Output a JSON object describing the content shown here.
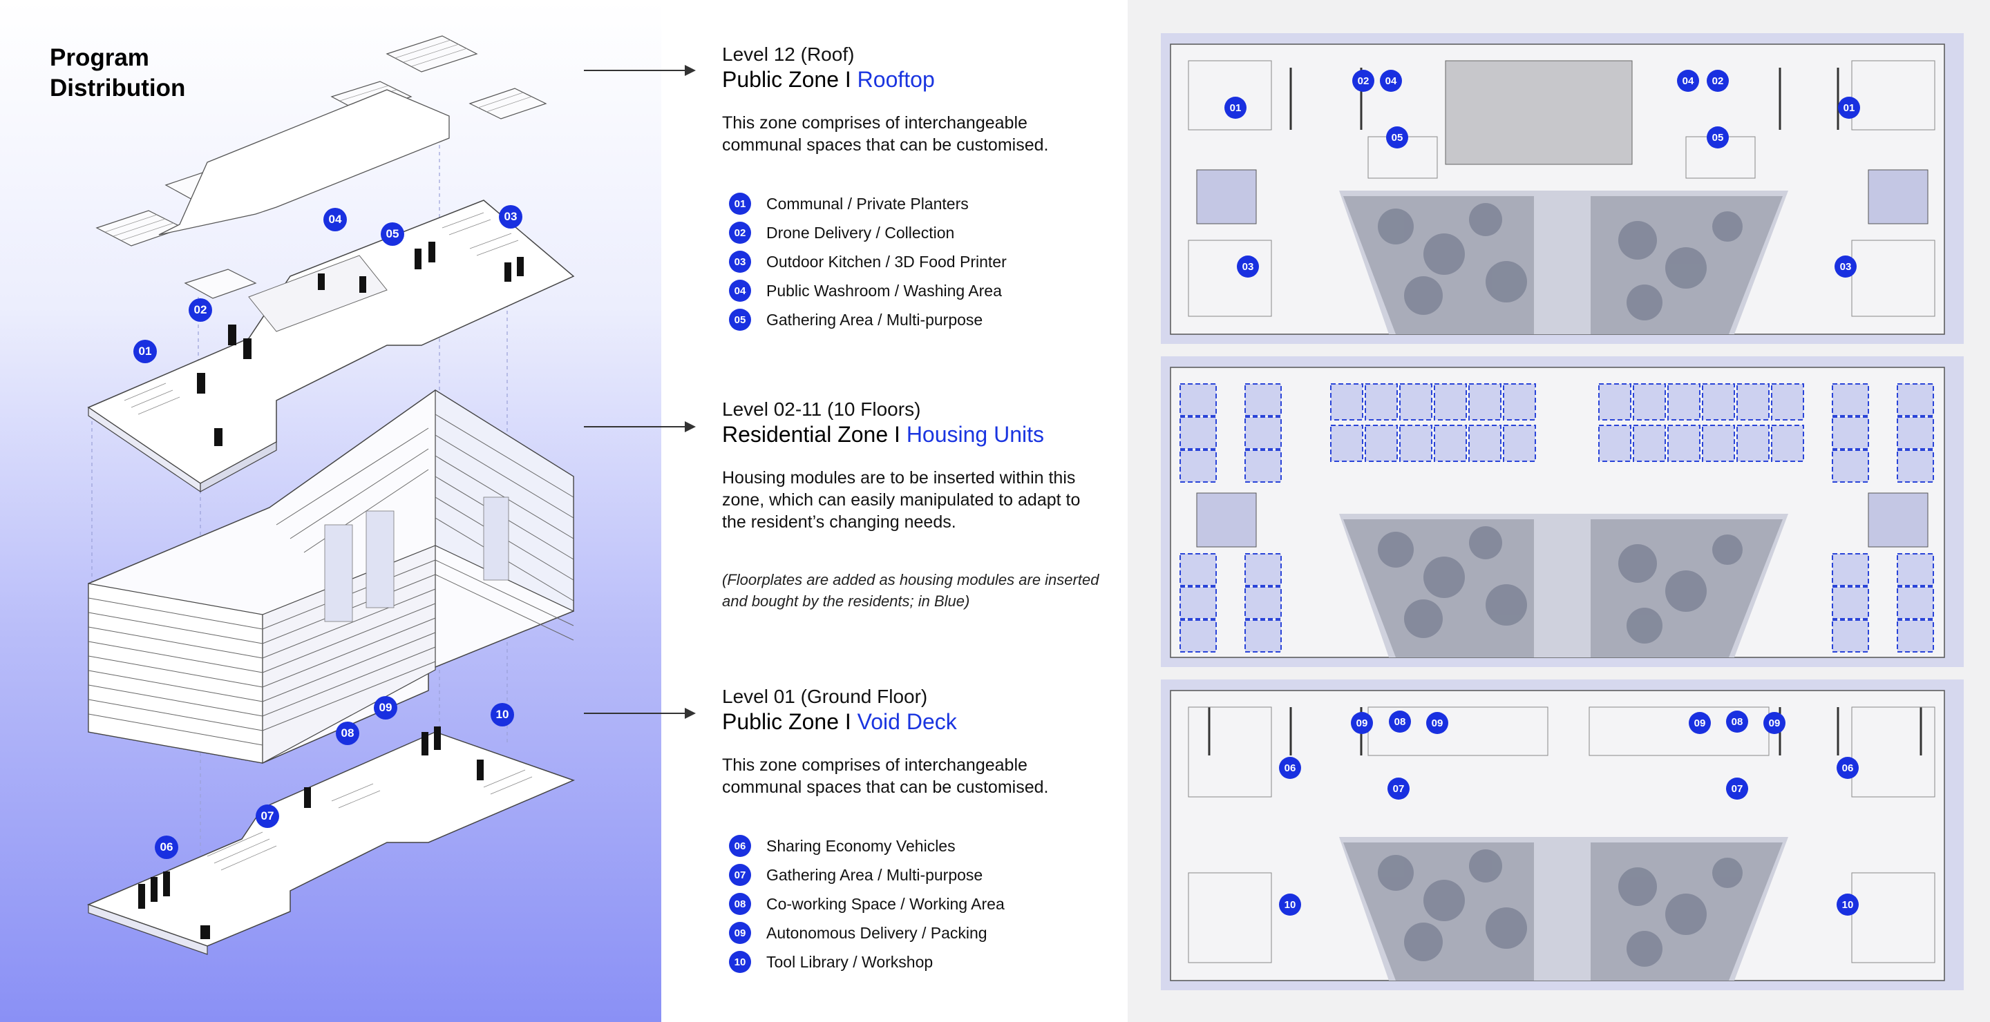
{
  "page_title": "Program\nDistribution",
  "axo_badges": {
    "b01": "01",
    "b02": "02",
    "b03": "03",
    "b04": "04",
    "b05": "05",
    "b06": "06",
    "b07": "07",
    "b08": "08",
    "b09": "09",
    "b10": "10"
  },
  "zones": [
    {
      "level": "Level 12 (Roof)",
      "zone_name": "Public Zone",
      "separator": "I",
      "zone_sub": "Rooftop",
      "description": "This zone comprises of interchangeable communal spaces that can be customised.",
      "legend": [
        {
          "num": "01",
          "label": "Communal / Private Planters"
        },
        {
          "num": "02",
          "label": "Drone Delivery / Collection"
        },
        {
          "num": "03",
          "label": "Outdoor Kitchen / 3D Food Printer"
        },
        {
          "num": "04",
          "label": "Public Washroom / Washing Area"
        },
        {
          "num": "05",
          "label": "Gathering Area / Multi-purpose"
        }
      ]
    },
    {
      "level": "Level 02-11 (10 Floors)",
      "zone_name": "Residential Zone",
      "separator": "I",
      "zone_sub": "Housing Units",
      "description": "Housing modules are to be inserted within this zone, which can easily manipulated to adapt to the resident’s changing needs.",
      "note": "(Floorplates are added as housing modules are inserted and bought by the residents; in Blue)"
    },
    {
      "level": "Level 01 (Ground Floor)",
      "zone_name": "Public Zone",
      "separator": "I",
      "zone_sub": "Void Deck",
      "description": "This zone comprises of interchangeable communal spaces that can be customised.",
      "legend": [
        {
          "num": "06",
          "label": "Sharing Economy Vehicles"
        },
        {
          "num": "07",
          "label": "Gathering Area / Multi-purpose"
        },
        {
          "num": "08",
          "label": "Co-working Space / Working Area"
        },
        {
          "num": "09",
          "label": "Autonomous Delivery / Packing"
        },
        {
          "num": "10",
          "label": "Tool Library / Workshop"
        }
      ]
    }
  ],
  "plans": {
    "roof_badges": [
      "02",
      "04",
      "04",
      "02",
      "01",
      "01",
      "05",
      "05",
      "03",
      "03"
    ],
    "ground_badges": [
      "09",
      "08",
      "09",
      "09",
      "08",
      "09",
      "06",
      "06",
      "07",
      "07",
      "10",
      "10"
    ]
  },
  "colors": {
    "accent_blue": "#1930e0",
    "gradient_bottom": "#8a90f5",
    "plan_frame": "#d6d8ee",
    "module_fill": "#cfd3f2",
    "module_stroke": "#2a44d8"
  }
}
